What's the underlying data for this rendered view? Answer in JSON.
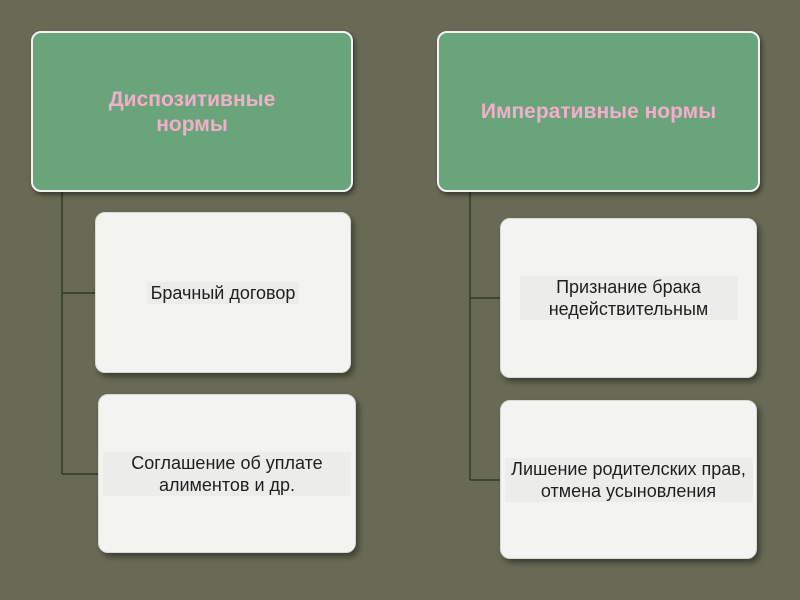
{
  "colors": {
    "background": "#686a55",
    "header_fill": "#6aa47a",
    "header_text": "#f2aecb",
    "child_fill": "#f3f3f1",
    "child_text": "#1f1f1f",
    "text_backdrop": "#ececea",
    "connector": "#2f3a28"
  },
  "left_group": {
    "header": "Диспозитивные нормы",
    "children": [
      {
        "text": "Брачный договор"
      },
      {
        "text": "Соглашение об уплате алиментов и др."
      }
    ]
  },
  "right_group": {
    "header": "Императивные нормы",
    "children": [
      {
        "text": "Признание брака недействительным"
      },
      {
        "text": "Лишение родителских прав, отмена усыновления"
      }
    ]
  }
}
